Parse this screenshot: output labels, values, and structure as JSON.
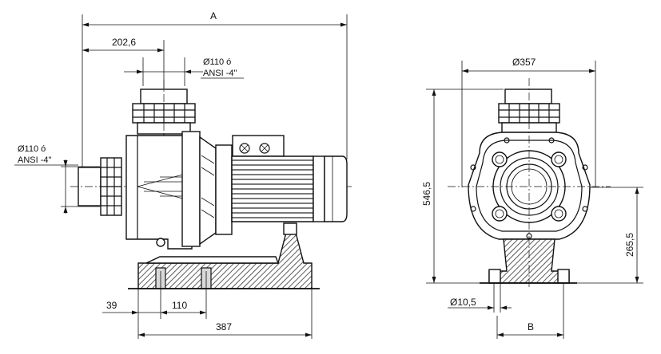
{
  "side_view": {
    "dim_overall": "A",
    "dim_inlet_offset": "202,6",
    "dim_outlet_size_line1": "Ø110 ó",
    "dim_outlet_size_line2": "ANSI -4\"",
    "dim_inlet_size_line1": "Ø110 ó",
    "dim_inlet_size_line2": "ANSI -4\"",
    "dim_foot_offset": "39",
    "dim_foot_spacing": "110",
    "dim_base_length": "387"
  },
  "front_view": {
    "dim_diameter": "Ø357",
    "dim_height": "546,5",
    "dim_axis_height": "265,5",
    "dim_hole": "Ø10,5",
    "dim_base_width": "B"
  }
}
